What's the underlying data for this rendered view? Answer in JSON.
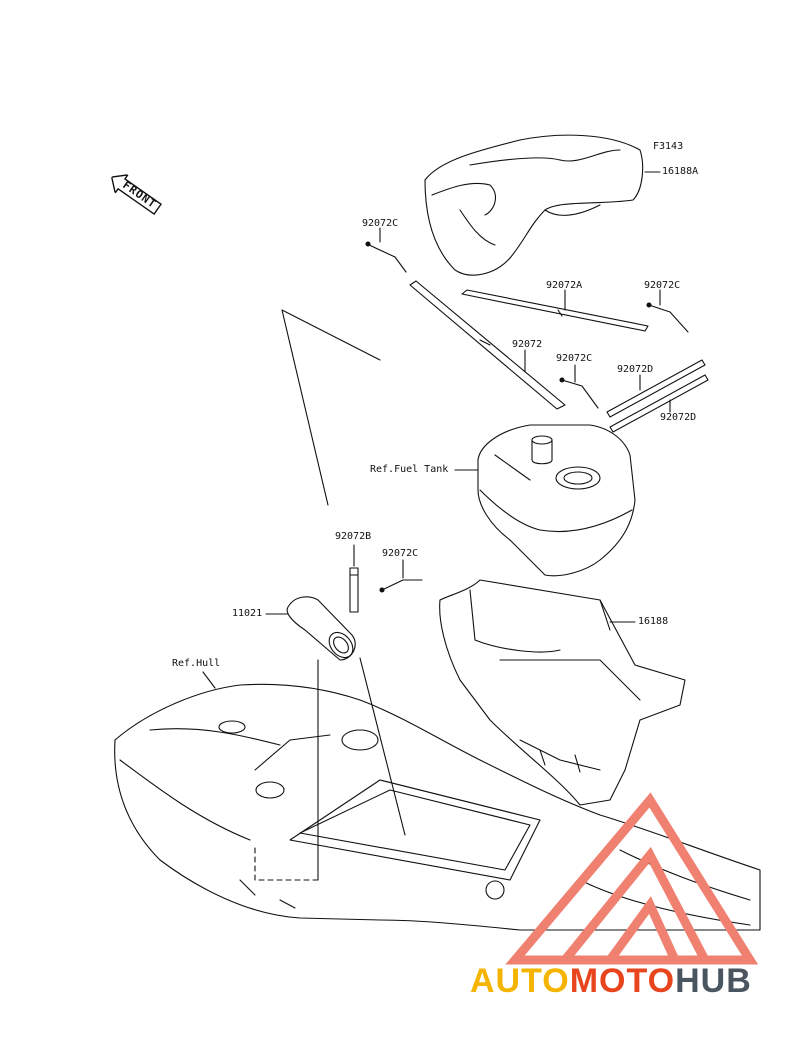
{
  "figure_id": "F3143",
  "front_label": "FRONT",
  "parts": {
    "seat_front": "16188A",
    "band_c_top_left": "92072C",
    "band_a": "92072A",
    "band_c_top_right": "92072C",
    "band_main": "92072",
    "band_c_mid": "92072C",
    "band_d_upper": "92072D",
    "band_d_lower": "92072D",
    "fuel_tank_ref": "Ref.Fuel Tank",
    "band_b": "92072B",
    "band_c_lower": "92072C",
    "filter": "11021",
    "storage_tray": "16188",
    "hull_ref": "Ref.Hull"
  },
  "watermark": {
    "part1": "AUTO",
    "part2": "MOTO",
    "part3": "HUB",
    "colors": {
      "auto": "#f5b400",
      "moto": "#e8451f",
      "hub": "#4a5560",
      "triangle": "#f08070"
    }
  }
}
